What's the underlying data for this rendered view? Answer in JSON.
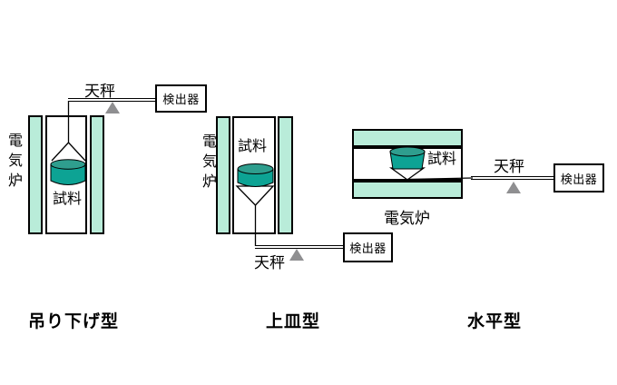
{
  "figure": {
    "description_labels": {
      "balance": "天秤",
      "sample": "試料",
      "furnace": "電気炉",
      "detector": "検出器"
    }
  },
  "colors": {
    "furnace_green": "#b9ecd9",
    "pan_top": "#2f9e8e",
    "pan_body": "#0da394",
    "fulcrum_gray": "#8f8f91",
    "line_black": "#000000",
    "background": "#ffffff"
  },
  "diagrams": [
    {
      "name": "suspension",
      "type_label": "吊り下げ型",
      "furnace_label": "電気炉",
      "sample_label": "試料",
      "balance_label": "天秤",
      "detector_label": "検出器"
    },
    {
      "name": "top-pan",
      "type_label": "上皿型",
      "furnace_label": "電気炉",
      "sample_label": "試料",
      "balance_label": "天秤",
      "detector_label": "検出器"
    },
    {
      "name": "horizontal",
      "type_label": "水平型",
      "furnace_label": "電気炉",
      "sample_label": "試料",
      "balance_label": "天秤",
      "detector_label": "検出器"
    }
  ]
}
